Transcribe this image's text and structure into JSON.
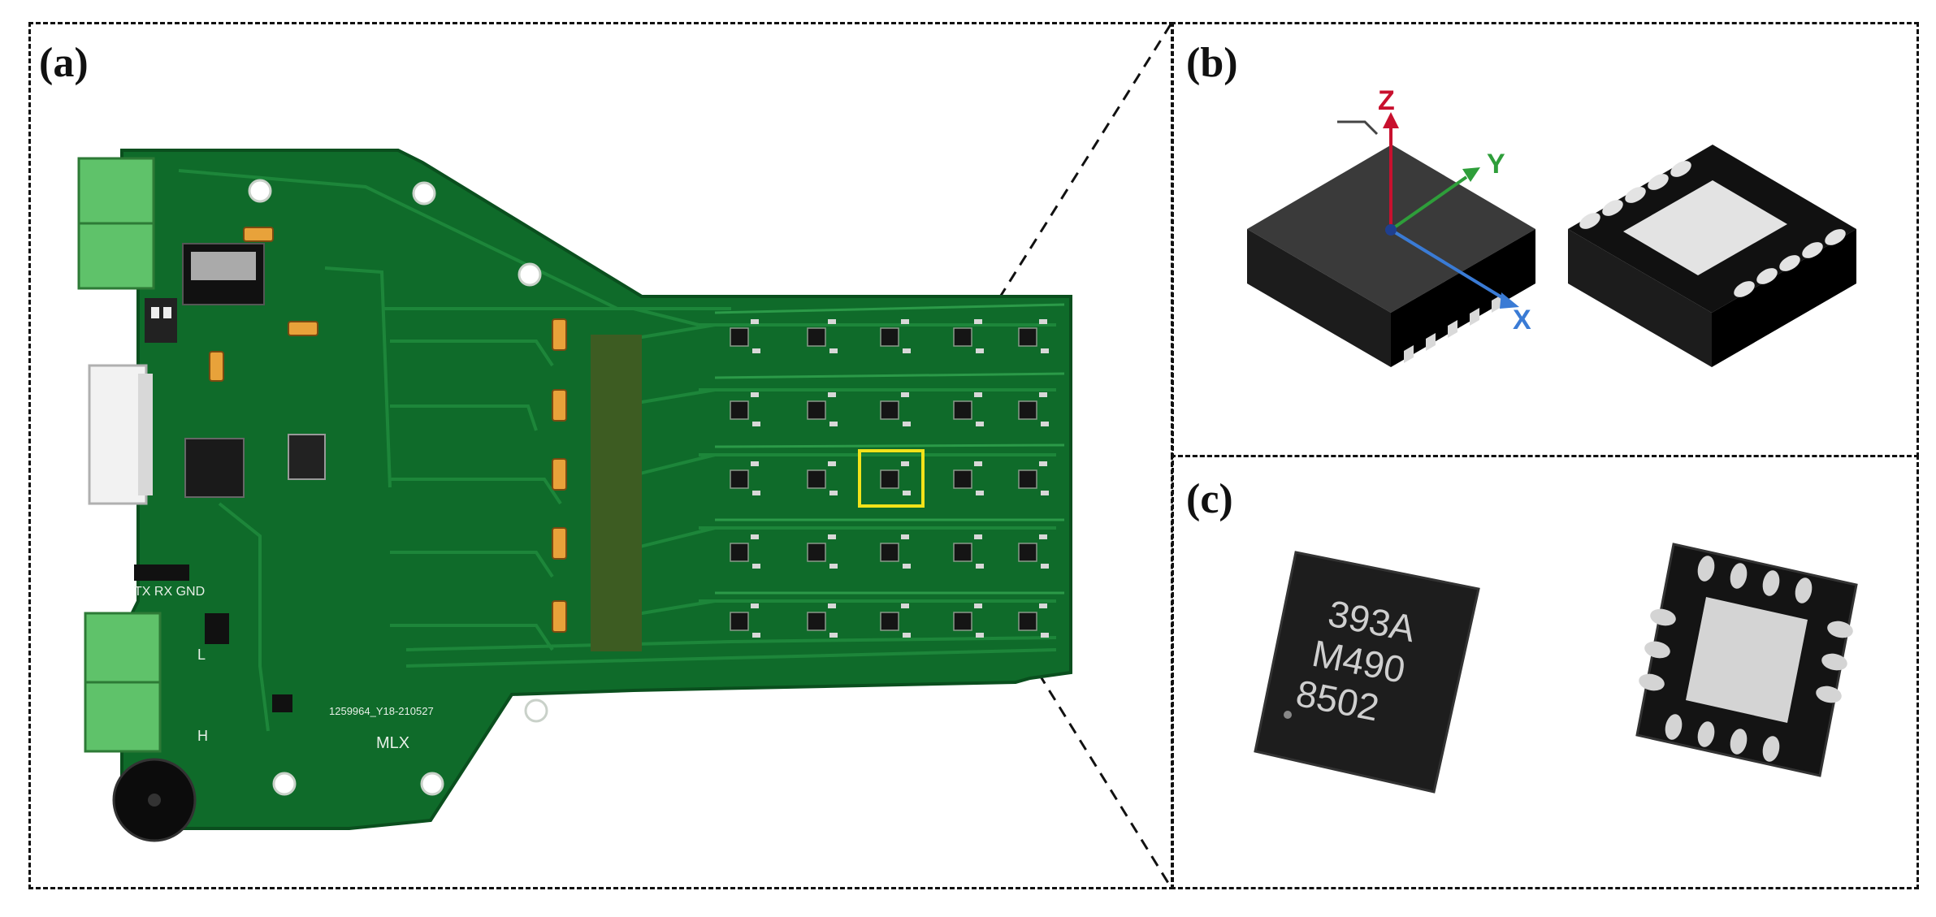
{
  "panels": {
    "a": {
      "label": "(a)"
    },
    "b": {
      "label": "(b)"
    },
    "c": {
      "label": "(c)"
    }
  },
  "board": {
    "silkscreen_part": "1259964_Y18-210527",
    "silkscreen_name": "MLX",
    "serial_pins": "TX RX GND",
    "bus_labels": [
      "L",
      "H"
    ]
  },
  "axes": {
    "z": "Z",
    "y": "Y",
    "x": "X"
  },
  "axis_colors": {
    "z": "#c8102e",
    "y": "#2e9e3a",
    "x": "#3a7bd5"
  },
  "chip_marking": [
    "393A",
    "M490",
    "8502"
  ],
  "colors": {
    "pcb": "#0f6b2a",
    "pcb_dark": "#0a4f1e",
    "terminal": "#5fc26a",
    "highlight": "#f2e21a"
  }
}
